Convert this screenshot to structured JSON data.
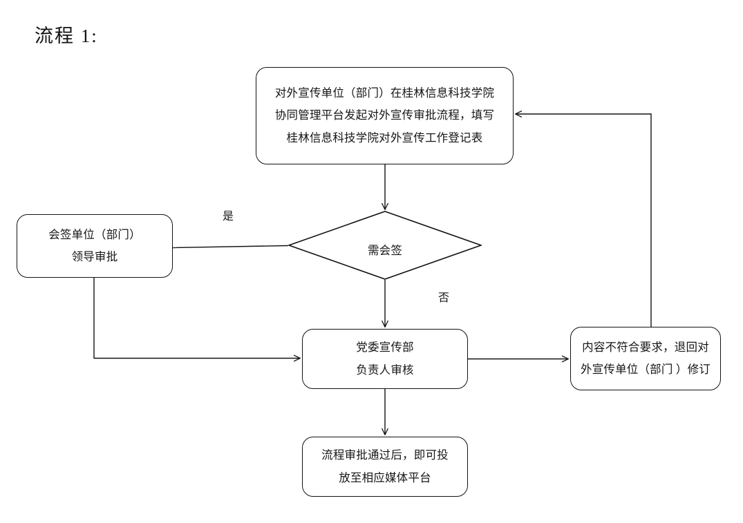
{
  "page": {
    "title": "流程 1:",
    "background_color": "#ffffff",
    "line_color": "#111111",
    "text_color": "#161616"
  },
  "chart_data": {
    "type": "diagram",
    "diagram_kind": "flowchart",
    "title": "流程 1:",
    "nodes": [
      {
        "id": "start",
        "shape": "rounded-rectangle",
        "lines": [
          "对外宣传单位（部门）在桂林信息科技学院",
          "协同管理平台发起对外宣传审批流程，填写",
          "桂林信息科技学院对外宣传工作登记表"
        ]
      },
      {
        "id": "countersign",
        "shape": "rounded-rectangle",
        "lines": [
          "会签单位（部门）",
          "领导审批"
        ]
      },
      {
        "id": "decision",
        "shape": "diamond",
        "lines": [
          "需会签"
        ]
      },
      {
        "id": "review",
        "shape": "rounded-rectangle",
        "lines": [
          "党委宣传部",
          "负责人审核"
        ]
      },
      {
        "id": "reject",
        "shape": "rounded-rectangle",
        "lines": [
          "内容不符合要求，退回对",
          "外宣传单位（部门 ）修订"
        ]
      },
      {
        "id": "publish",
        "shape": "rounded-rectangle",
        "lines": [
          "流程审批通过后，即可投",
          "放至相应媒体平台"
        ]
      }
    ],
    "edges": [
      {
        "from": "start",
        "to": "decision",
        "label": "",
        "arrow": true
      },
      {
        "from": "decision",
        "to": "countersign",
        "label": "是",
        "arrow": false
      },
      {
        "from": "decision",
        "to": "review",
        "label": "否",
        "arrow": true
      },
      {
        "from": "countersign",
        "to": "review",
        "label": "",
        "arrow": true
      },
      {
        "from": "review",
        "to": "reject",
        "label": "",
        "arrow": true
      },
      {
        "from": "reject",
        "to": "start",
        "label": "",
        "arrow": true
      },
      {
        "from": "review",
        "to": "publish",
        "label": "",
        "arrow": true
      }
    ],
    "labels": {
      "yes": "是",
      "no": "否"
    }
  },
  "nodes": {
    "start": {
      "line1": "对外宣传单位（部门）在桂林信息科技学院",
      "line2": "协同管理平台发起对外宣传审批流程，填写",
      "line3": "桂林信息科技学院对外宣传工作登记表"
    },
    "countersign": {
      "line1": "会签单位（部门）",
      "line2": "领导审批"
    },
    "decision": {
      "label": "需会签"
    },
    "review": {
      "line1": "党委宣传部",
      "line2": "负责人审核"
    },
    "reject": {
      "line1": "内容不符合要求，退回对",
      "line2": "外宣传单位（部门 ）修订"
    },
    "publish": {
      "line1": "流程审批通过后，即可投",
      "line2": "放至相应媒体平台"
    }
  },
  "labels": {
    "yes": "是",
    "no": "否"
  }
}
